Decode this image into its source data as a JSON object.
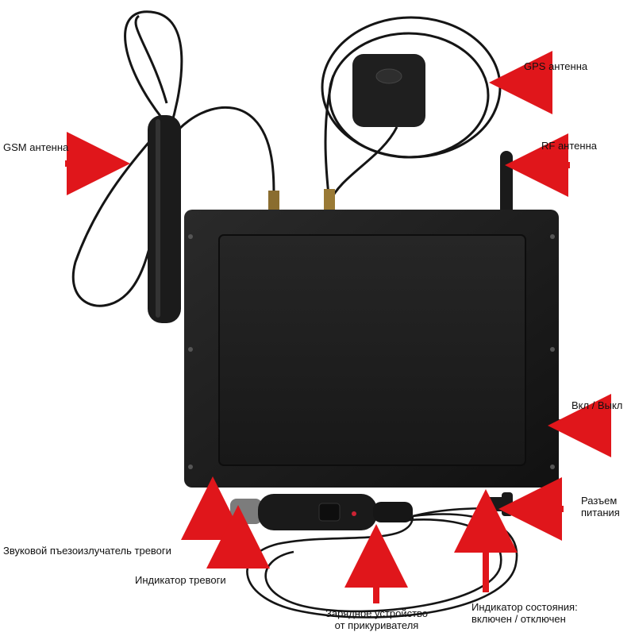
{
  "labels": {
    "gps": "GPS антенна",
    "gsm": "GSM антенна",
    "rf": "RF антенна",
    "power_switch": "Вкл / Выкл",
    "power_jack_line1": "Разъем",
    "power_jack_line2": "питания",
    "piezo": "Звуковой пъезоизлучатель тревоги",
    "alarm_led": "Индикатор тревоги",
    "charger_line1": "Зарядное устройство",
    "charger_line2": "от прикуривателя",
    "status_led_line1": "Индикатор состояния:",
    "status_led_line2": "включен / отключен"
  },
  "colors": {
    "arrow": "#e0161b",
    "device": "#1c1c1c",
    "cable": "#151515",
    "background": "#ffffff"
  }
}
